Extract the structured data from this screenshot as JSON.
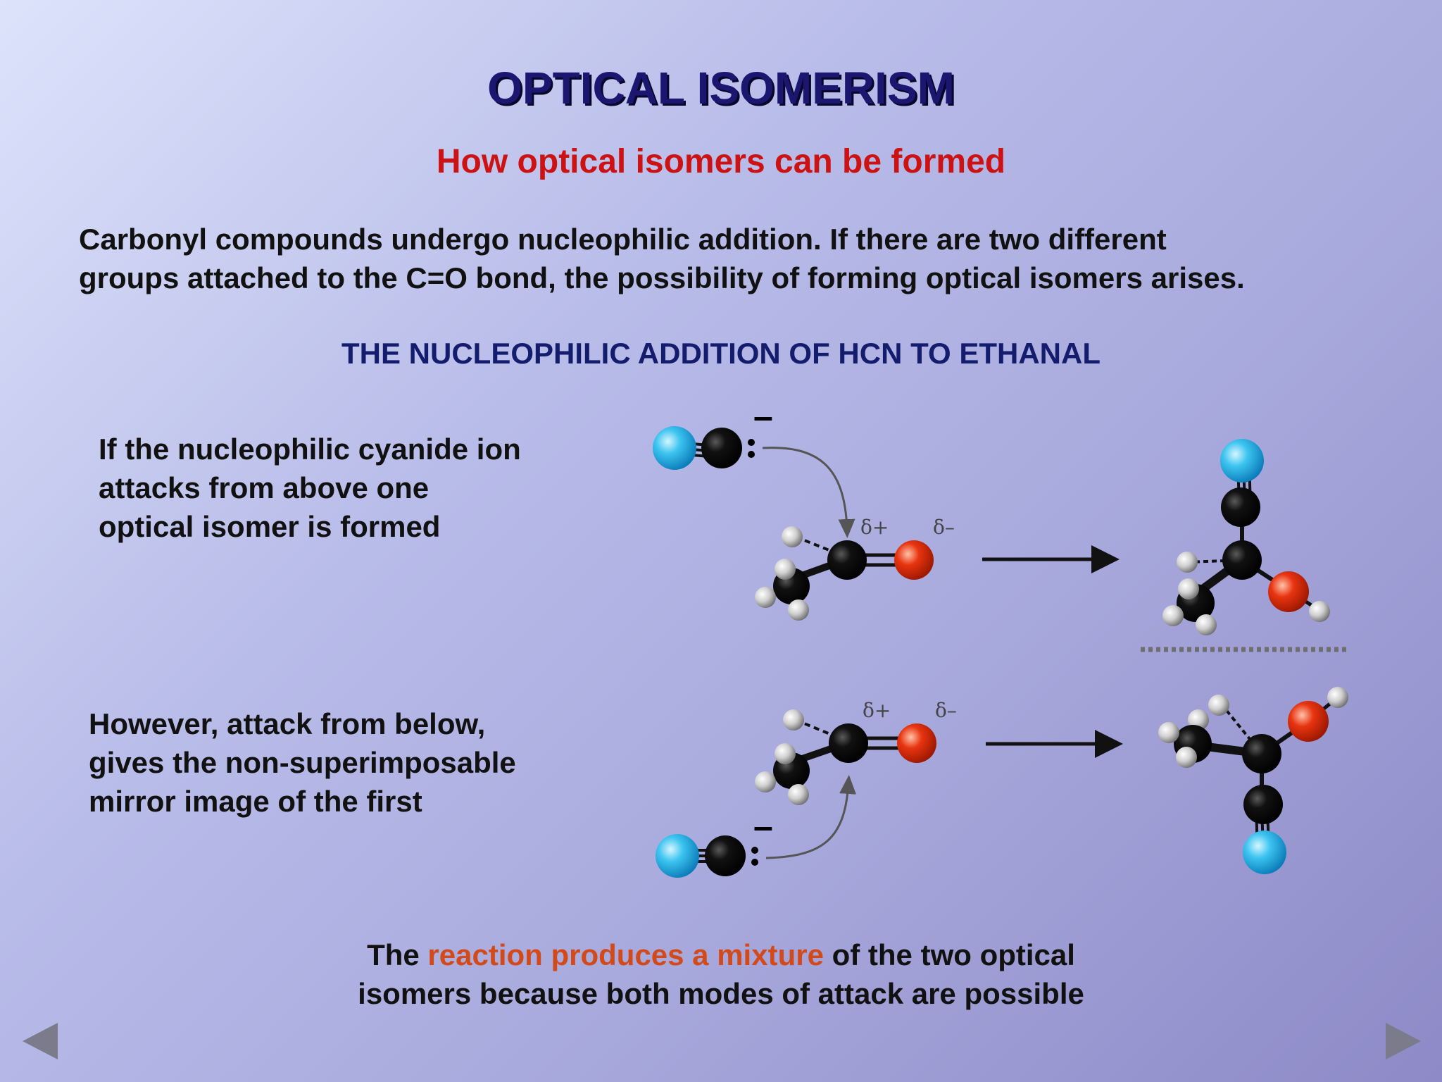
{
  "slide": {
    "title": "OPTICAL ISOMERISM",
    "subtitle": "How optical isomers can be formed",
    "intro": [
      "Carbonyl compounds undergo nucleophilic addition. If there are two different",
      "groups attached to the C=O bond, the possibility of forming optical isomers arises."
    ],
    "reaction_heading": "THE NUCLEOPHILIC ADDITION OF HCN TO ETHANAL",
    "attack_above": [
      "If the nucleophilic cyanide ion",
      "attacks from above one",
      "optical isomer is formed"
    ],
    "attack_below": [
      "However, attack from below,",
      "gives the non-superimposable",
      "mirror image of the first"
    ],
    "conclusion": {
      "line1_before": "The ",
      "line1_highlight": "reaction produces a mixture",
      "line1_after": " of the two optical",
      "line2": "isomers because both modes of attack are possible"
    }
  },
  "diagram": {
    "charge_label": "–",
    "delta_plus": "δ+",
    "delta_minus": "δ–"
  },
  "navigation": {
    "prev_icon": "triangle-left-icon",
    "next_icon": "triangle-right-icon"
  },
  "colors": {
    "title": "#1b1670",
    "subtitle": "#cc1212",
    "heading": "#141c6e",
    "highlight": "#d24a1a",
    "carbon": "#000000",
    "nitrogen": "#3cc4f0",
    "oxygen": "#e83410",
    "hydrogen": "#d8d8d8"
  }
}
